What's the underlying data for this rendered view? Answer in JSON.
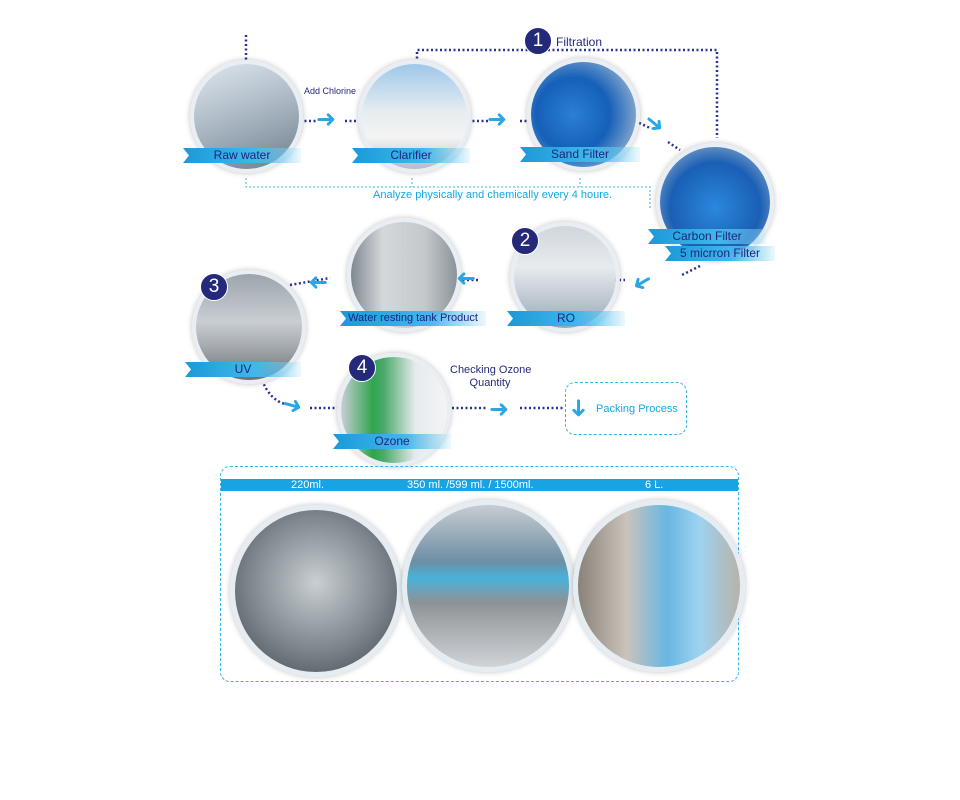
{
  "steps": {
    "raw_water": "Raw water",
    "clarifier": "Clarifier",
    "sand_filter": "Sand Filter",
    "carbon_filter": "Carbon Filter",
    "micron_filter": "5 micrron Filter",
    "ro": "RO",
    "resting_tank": "Water resting tank Product",
    "uv": "UV",
    "ozone": "Ozone"
  },
  "stage_numbers": [
    "1",
    "2",
    "3",
    "4"
  ],
  "annotations": {
    "filtration": "Filtration",
    "add_chlorine": "Add Chlorine",
    "analyze": "Analyze physically and chemically every 4 houre.",
    "checking_ozone_1": "Checking Ozone",
    "checking_ozone_2": "Quantity",
    "packing": "Packing Process"
  },
  "packaging": {
    "sizes": [
      "220ml.",
      "350 ml. /599 ml. / 1500ml.",
      "6 L."
    ]
  },
  "colors": {
    "navy": "#24297a",
    "cyan": "#14a8e0",
    "banner": "#1a9ad8"
  }
}
